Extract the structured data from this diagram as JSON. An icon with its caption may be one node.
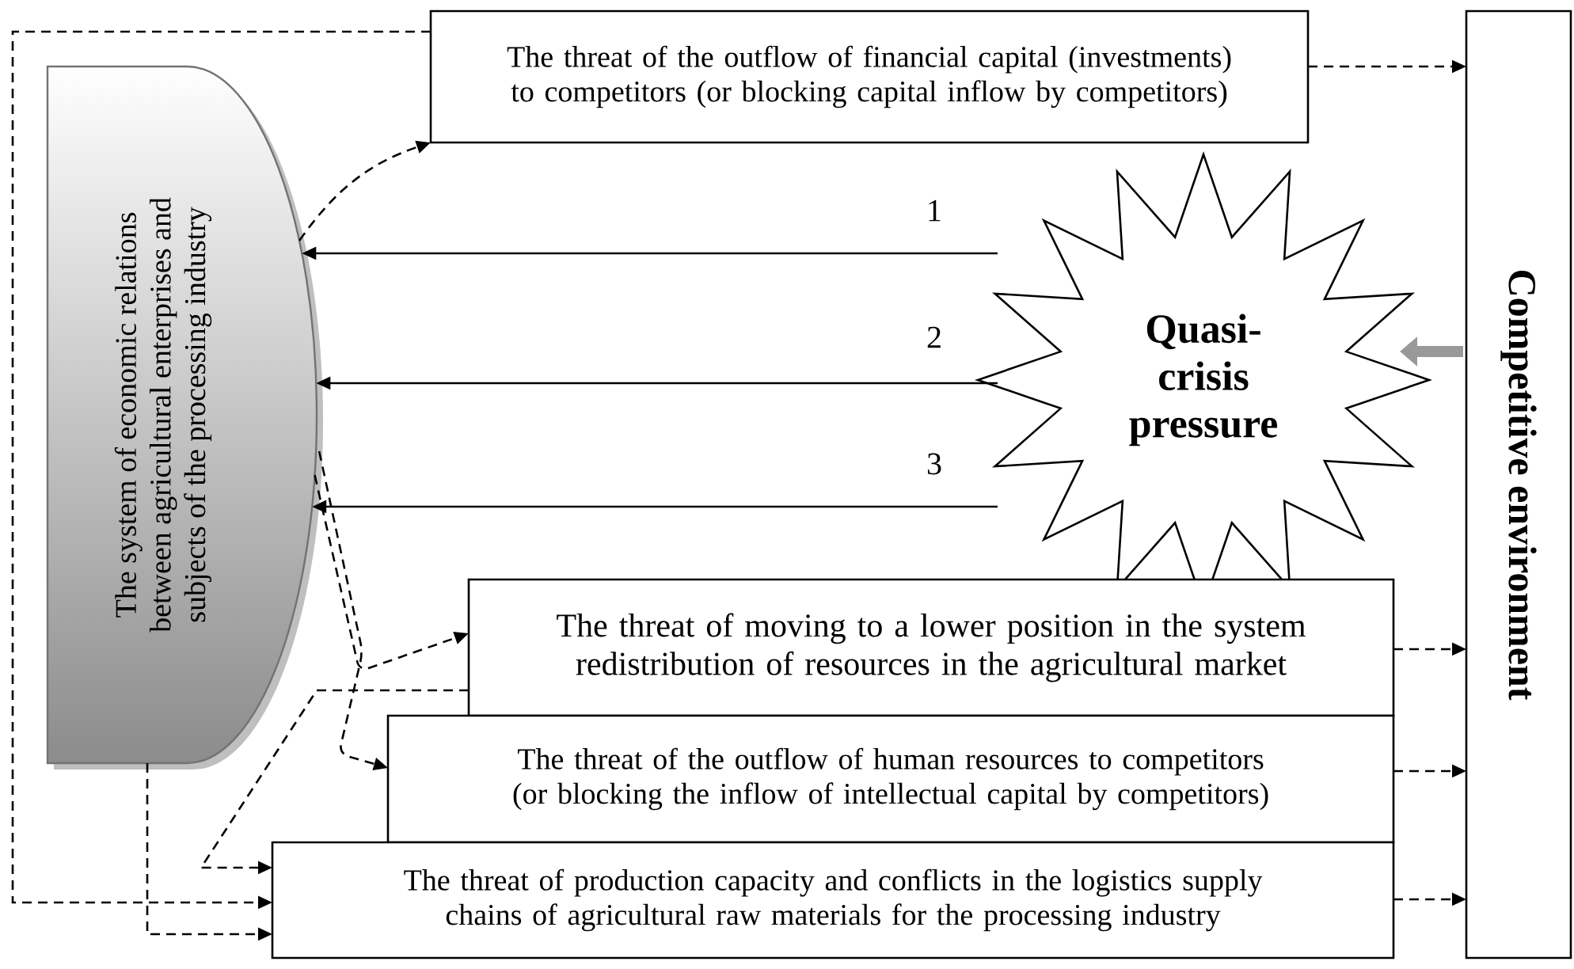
{
  "diagram": {
    "nodes": [
      {
        "text": [
          "The threat of the outflow of financial capital (investments) to competitors (or blocking capital inflow by competitors)"
        ]
      },
      {
        "text": [
          "The system of economic relations between agricultural enterprises and subjects of the processing industry"
        ]
      },
      {
        "text": [
          "Quasi-crisis pressure"
        ]
      },
      {
        "text": [
          "Competitive environment"
        ]
      },
      {
        "text": [
          "The threat of moving to a lower position in the system redistribution of resources in the agricultural market"
        ]
      },
      {
        "text": [
          "The threat of the outflow of human resources to competitors (or blocking the inflow of intellectual capital by competitors)"
        ]
      },
      {
        "text": [
          "The threat of production capacity and conflicts in the logistics supply chains of agricultural raw materials for the processing industry"
        ]
      }
    ],
    "edges": [
      {
        "from": 2,
        "to": 1,
        "arrow": "to",
        "label": "1"
      },
      {
        "from": 2,
        "to": 1,
        "arrow": "to",
        "label": "2"
      },
      {
        "from": 2,
        "to": 1,
        "arrow": "to",
        "label": "3"
      },
      {
        "from": 1,
        "to": 0,
        "arrow": "to",
        "style": "dashed"
      },
      {
        "from": 0,
        "to": 3,
        "arrow": "to",
        "style": "dashed"
      },
      {
        "from": 4,
        "to": 3,
        "arrow": "to",
        "style": "dashed"
      },
      {
        "from": 5,
        "to": 3,
        "arrow": "to",
        "style": "dashed"
      },
      {
        "from": 6,
        "to": 3,
        "arrow": "to",
        "style": "dashed"
      },
      {
        "from": 3,
        "to": 2,
        "arrow": "to",
        "style": "thick",
        "color": "#999999"
      },
      {
        "from": 1,
        "to": 4,
        "arrow": "to",
        "style": "dashed"
      },
      {
        "from": 1,
        "to": 5,
        "arrow": "to",
        "style": "dashed"
      },
      {
        "from": 4,
        "to": 6,
        "arrow": "to",
        "style": "dashed"
      },
      {
        "from": 1,
        "to": 6,
        "arrow": "to",
        "style": "dashed"
      },
      {
        "from": 0,
        "to": 6,
        "arrow": "to",
        "style": "dashed"
      }
    ]
  }
}
